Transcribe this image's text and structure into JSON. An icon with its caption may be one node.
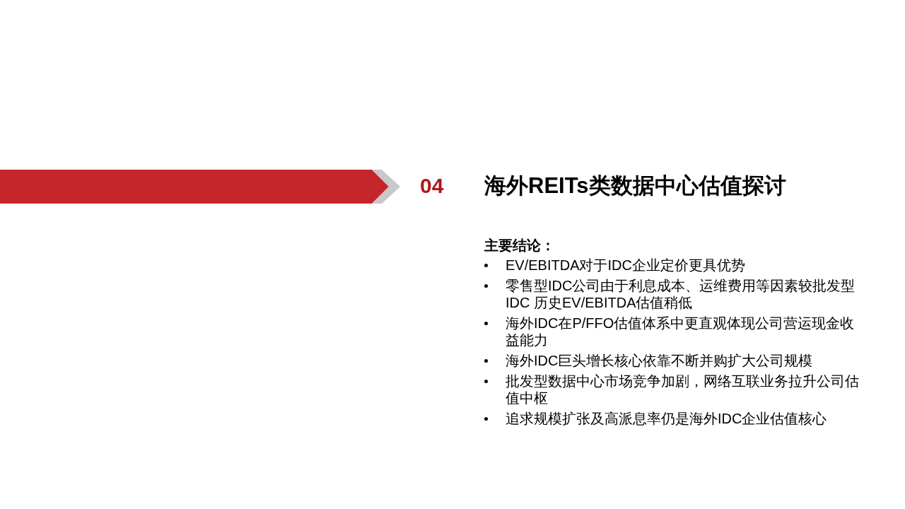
{
  "diagram": {
    "title": "海外REITs类数据中心估值探讨",
    "labels": [
      "04",
      "主要结论：",
      "EV/EBITDA对于IDC企业定价更具优势",
      "零售型IDC公司由于利息成本、运维费用等因素较批发型IDC 历史EV/EBITDA估值稍低",
      "海外IDC在P/FFO估值体系中更直观体现公司营运现金收益能力",
      "海外IDC巨头增长核心依靠不断并购扩大公司规模",
      "批发型数据中心市场竞争加剧，网络互联业务拉升公司估值中枢",
      "追求规模扩张及高派息率仍是海外IDC企业估值核心"
    ]
  }
}
